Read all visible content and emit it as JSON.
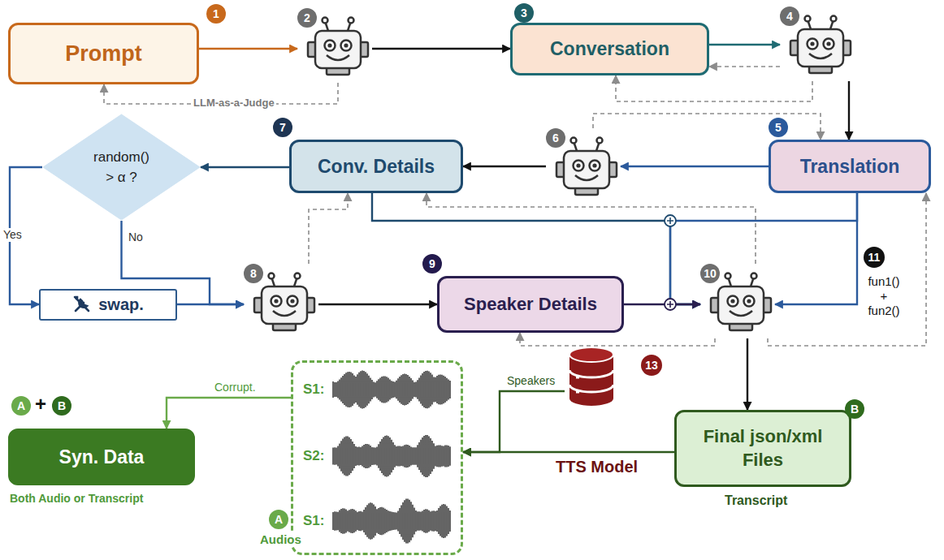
{
  "diagram": {
    "nodes": [
      {
        "text": [
          "Prompt"
        ]
      },
      {
        "text": [
          "2"
        ]
      },
      {
        "text": [
          "Conversation"
        ]
      },
      {
        "text": [
          "4"
        ]
      },
      {
        "text": [
          "Translation"
        ]
      },
      {
        "text": [
          "6"
        ]
      },
      {
        "text": [
          "Conv. Details"
        ]
      },
      {
        "text": [
          "random() > α ?"
        ]
      },
      {
        "text": [
          "swap."
        ]
      },
      {
        "text": [
          "8"
        ]
      },
      {
        "text": [
          "Speaker Details"
        ]
      },
      {
        "text": [
          "10"
        ]
      },
      {
        "text": [
          "13"
        ]
      },
      {
        "text": [
          "Final json/xml Files"
        ]
      },
      {
        "text": [
          "S1:",
          "S2:",
          "S1:"
        ]
      },
      {
        "text": [
          "Syn. Data"
        ]
      }
    ],
    "edges": [
      {
        "from": 0,
        "to": 1,
        "arrow": "to"
      },
      {
        "from": 1,
        "to": 2,
        "arrow": "to"
      },
      {
        "from": 1,
        "to": 0,
        "arrow": "to",
        "label": "LLM-as-a-Judge"
      },
      {
        "from": 2,
        "to": 3,
        "arrow": "to"
      },
      {
        "from": 3,
        "to": 2,
        "arrow": "to"
      },
      {
        "from": 3,
        "to": 2,
        "arrow": "to"
      },
      {
        "from": 3,
        "to": 4,
        "arrow": "to"
      },
      {
        "from": 5,
        "to": 4,
        "arrow": "to"
      },
      {
        "from": 4,
        "to": 5,
        "arrow": "to"
      },
      {
        "from": 5,
        "to": 6,
        "arrow": "to"
      },
      {
        "from": 6,
        "to": 7,
        "arrow": "to"
      },
      {
        "from": 7,
        "to": 8,
        "arrow": "to",
        "label": "Yes"
      },
      {
        "from": 7,
        "to": 9,
        "arrow": "to",
        "label": "No"
      },
      {
        "from": 8,
        "to": 9,
        "arrow": "to"
      },
      {
        "from": 9,
        "to": 6,
        "arrow": "to"
      },
      {
        "from": 9,
        "to": 10,
        "arrow": "to"
      },
      {
        "from": 6,
        "to": 11,
        "arrow": "to"
      },
      {
        "from": 4,
        "to": 11,
        "arrow": "to",
        "label": "fun1() + fun2()"
      },
      {
        "from": 4,
        "to": 11,
        "arrow": "to"
      },
      {
        "from": 10,
        "to": 11,
        "arrow": "to"
      },
      {
        "from": 11,
        "to": 6,
        "arrow": "to"
      },
      {
        "from": 11,
        "to": 10,
        "arrow": "to"
      },
      {
        "from": 11,
        "to": 4,
        "arrow": "to"
      },
      {
        "from": 11,
        "to": 13,
        "arrow": "to"
      },
      {
        "from": 13,
        "to": 14,
        "arrow": "to",
        "label": "TTS Model"
      },
      {
        "from": 12,
        "to": 14,
        "arrow": "to",
        "label": "Speakers"
      },
      {
        "from": 14,
        "to": 15,
        "arrow": "to",
        "label": "Corrupt."
      }
    ],
    "labels": [
      "1",
      "3",
      "5",
      "7",
      "9",
      "11",
      "B",
      "A",
      "+",
      "B",
      "Both Audio or Transcript",
      "A",
      "Audios",
      "Transcript"
    ]
  }
}
